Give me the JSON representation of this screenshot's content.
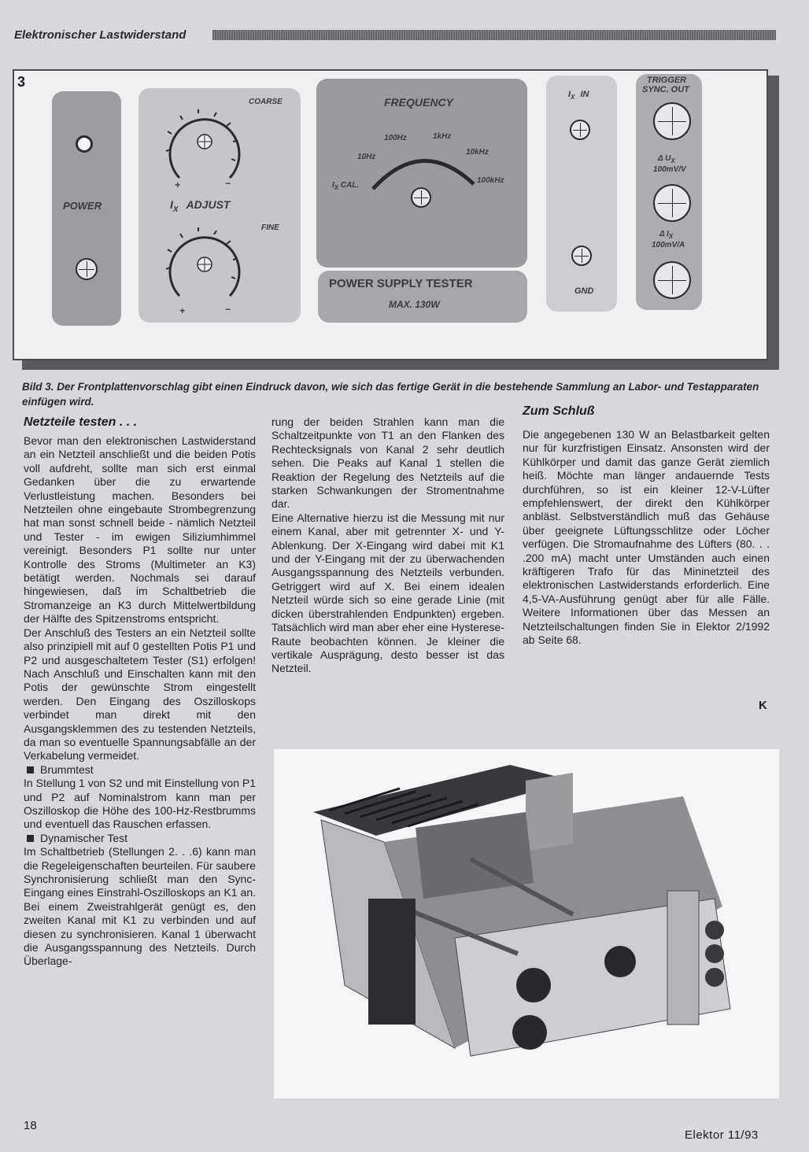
{
  "header": {
    "running_title": "Elektronischer Lastwiderstand"
  },
  "figure": {
    "number": "3",
    "panel": {
      "power_label": "POWER",
      "coarse_label": "COARSE",
      "fine_label": "FINE",
      "adjust_label": "I",
      "adjust_sub": "X",
      "adjust_text": "ADJUST",
      "plus": "+",
      "minus": "−",
      "frequency_title": "FREQUENCY",
      "freq_marks": [
        "10Hz",
        "100Hz",
        "1kHz",
        "10kHz",
        "100kHz"
      ],
      "ix_cal": "I",
      "ix_cal_sub": "X",
      "ix_cal_text": "CAL.",
      "tester_title": "POWER SUPPLY TESTER",
      "tester_sub": "MAX. 130W",
      "ix_in": "I",
      "ix_in_sub": "X",
      "ix_in_text": "IN",
      "gnd": "GND",
      "trigger_line1": "TRIGGER",
      "trigger_line2": "SYNC. OUT",
      "du_label": "Δ U",
      "du_sub": "X",
      "du_scale": "100mV/V",
      "di_label": "Δ I",
      "di_sub": "X",
      "di_scale": "100mV/A"
    },
    "caption": "Bild 3. Der Frontplattenvorschlag gibt einen Eindruck davon, wie sich das fertige Gerät in die bestehende Sammlung an Labor- und Testapparaten einfügen wird."
  },
  "article": {
    "section1_title": "Netzteile testen . . .",
    "col1": [
      "Bevor man den elektronischen Lastwiderstand an ein Netzteil anschließt und die beiden Potis voll aufdreht, sollte man sich erst einmal Gedanken über die zu erwartende Verlustleistung machen. Besonders bei Netzteilen ohne eingebaute Strombegrenzung hat man sonst schnell beide - nämlich Netzteil und Tester - im ewigen Siliziumhimmel vereinigt. Besonders P1 sollte nur unter Kontrolle des Stroms (Multimeter an K3) betätigt werden. Nochmals sei darauf hingewiesen, daß im Schaltbetrieb die Stromanzeige an K3 durch Mittelwertbildung der Hälfte des Spitzenstroms entspricht.",
      "Der Anschluß des Testers an ein Netzteil sollte also prinzipiell mit auf 0 gestellten Potis P1 und P2 und ausgeschaltetem Tester (S1) erfolgen! Nach Anschluß und Einschalten kann mit den Potis der gewünschte Strom eingestellt werden. Den Eingang des Oszilloskops verbindet man direkt mit den Ausgangsklemmen des zu testenden Netzteils, da man so eventuelle Spannungsabfälle an der Verkabelung vermeidet."
    ],
    "bullet1_title": "Brummtest",
    "bullet1_text": "In Stellung 1 von S2 und mit Einstellung von P1 und P2 auf Nominalstrom kann man per Oszilloskop die Höhe des 100-Hz-Restbrumms und eventuell das Rauschen erfassen.",
    "bullet2_title": "Dynamischer Test",
    "bullet2_text": "Im Schaltbetrieb (Stellungen 2. . .6) kann man die Regeleigenschaften beurteilen. Für saubere Synchronisierung schließt man den Sync-Eingang eines Einstrahl-Oszilloskops an K1 an. Bei einem Zweistrahlgerät genügt es, den zweiten Kanal mit K1 zu verbinden und auf diesen zu synchronisieren. Kanal 1 überwacht die Ausgangsspannung des Netzteils. Durch Überlage-",
    "col2": [
      "rung der beiden Strahlen kann man die Schaltzeitpunkte von T1 an den Flanken des Rechtecksignals von Kanal 2 sehr deutlich sehen. Die Peaks auf Kanal 1 stellen die Reaktion der Regelung des Netzteils auf die starken Schwankungen der Stromentnahme dar.",
      "Eine Alternative hierzu ist die Messung mit nur einem Kanal, aber mit getrennter X- und Y-Ablenkung. Der X-Eingang wird dabei mit K1 und der Y-Eingang mit der zu überwachenden Ausgangsspannung des Netzteils verbunden. Getriggert wird auf X. Bei einem idealen Netzteil würde sich so eine gerade Linie (mit dicken überstrahlenden Endpunkten) ergeben. Tatsächlich wird man aber eher eine Hysterese-Raute beobachten können. Je kleiner die vertikale Ausprägung, desto besser ist das Netzteil."
    ],
    "section2_title": "Zum Schluß",
    "col3": "Die angegebenen 130 W an Belastbarkeit gelten nur für kurzfristigen Einsatz. Ansonsten wird der Kühlkörper und damit das ganze Gerät ziemlich heiß. Möchte man länger andauernde Tests durchführen, so ist ein kleiner 12-V-Lüfter empfehlenswert, der direkt den Kühlkörper anbläst. Selbstverständlich muß das Gehäuse über geeignete Lüftungsschlitze oder Löcher verfügen. Die Stromaufnahme des Lüfters (80. . . .200 mA) macht unter Umständen auch einen kräftigeren Trafo für das Mininetzteil des elektronischen Lastwiderstands erforderlich. Eine 4,5-VA-Ausführung genügt aber für alle Fälle. Weitere Informationen über das Messen an Netzteilschaltungen finden Sie in Elektor 2/1992 ab Seite 68.",
    "end_mark": "K"
  },
  "footer": {
    "page_number": "18",
    "magazine": "Elektor 11/93"
  },
  "colors": {
    "paper": "#d9d6dc",
    "text": "#1e1c22",
    "panel_dark": "#9e9ba2",
    "panel_light": "#c8c5ca"
  }
}
